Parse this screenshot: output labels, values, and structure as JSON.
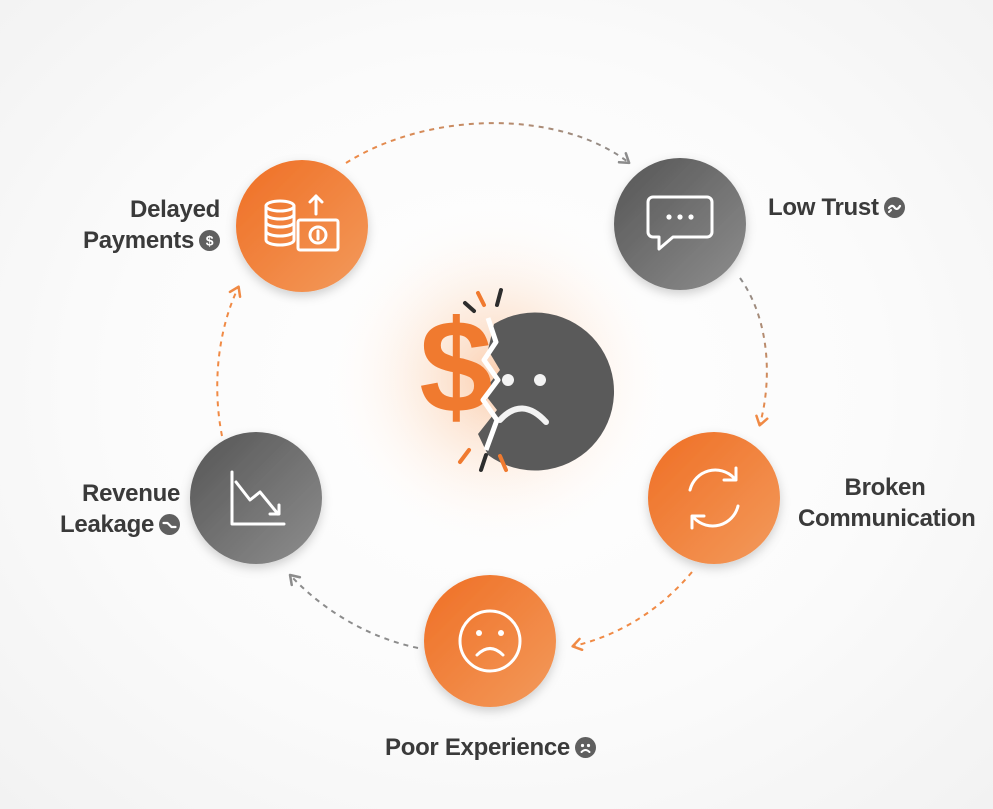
{
  "colors": {
    "orange": "#f07a2f",
    "orange_light": "#f59a5a",
    "gray": "#5c5c5c",
    "gray_light": "#8a8a8a",
    "text": "#3a3a3a",
    "arrow_orange": "#f08a45",
    "arrow_gray": "#8c8c8c"
  },
  "center": {
    "icon": "broken-dollar-sad-face-icon"
  },
  "nodes": [
    {
      "id": "delayed-payments",
      "label_lines": [
        "Delayed",
        "Payments"
      ],
      "icon": "coins-and-cash-icon",
      "badge_icon": "dollar-badge-icon",
      "color": "orange"
    },
    {
      "id": "low-trust",
      "label_lines": [
        "Low Trust"
      ],
      "icon": "chat-bubble-icon",
      "badge_icon": "chat-badge-icon",
      "color": "gray"
    },
    {
      "id": "broken-communication",
      "label_lines": [
        "Broken",
        "Communication"
      ],
      "icon": "refresh-cycle-icon",
      "badge_icon": "",
      "color": "orange"
    },
    {
      "id": "poor-experience",
      "label_lines": [
        "Poor Experience"
      ],
      "icon": "sad-face-icon",
      "badge_icon": "sad-face-badge-icon",
      "color": "orange"
    },
    {
      "id": "revenue-leakage",
      "label_lines": [
        "Revenue",
        "Leakage"
      ],
      "icon": "declining-chart-icon",
      "badge_icon": "trend-badge-icon",
      "color": "gray"
    }
  ]
}
